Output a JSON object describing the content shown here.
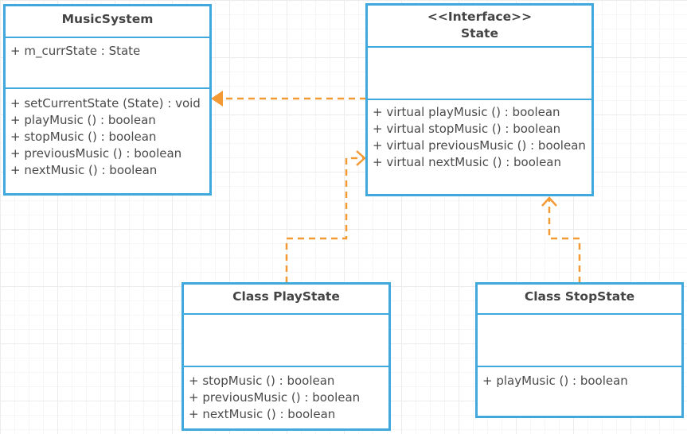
{
  "classes": {
    "music_system": {
      "name": "MusicSystem",
      "attributes": [
        "+ m_currState : State"
      ],
      "methods": [
        "+ setCurrentState (State) : void",
        "+ playMusic () : boolean",
        "+ stopMusic () : boolean",
        "+ previousMusic () : boolean",
        "+ nextMusic () : boolean"
      ]
    },
    "state": {
      "stereotype": "<<Interface>>",
      "name": "State",
      "methods": [
        "+ virtual playMusic () : boolean",
        "+ virtual stopMusic () : boolean",
        "+ virtual previousMusic () : boolean",
        "+ virtual nextMusic () : boolean"
      ]
    },
    "play_state": {
      "name": "Class PlayState",
      "methods": [
        "+ stopMusic () : boolean",
        "+ previousMusic () : boolean",
        "+ nextMusic () : boolean"
      ]
    },
    "stop_state": {
      "name": "Class StopState",
      "methods": [
        "+ playMusic () : boolean"
      ]
    }
  },
  "colors": {
    "box_border": "#3fa8dc",
    "connector": "#f39a34",
    "text": "#4a4a4a"
  }
}
